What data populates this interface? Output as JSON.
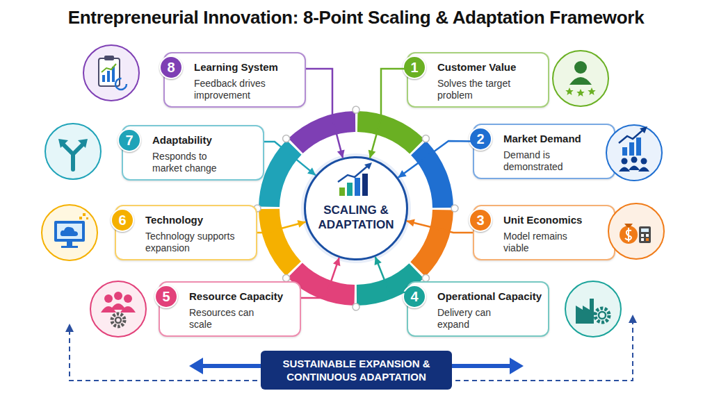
{
  "diagram": {
    "title": "Entrepreneurial Innovation: 8-Point Scaling & Adaptation Framework",
    "nodes": [
      {
        "text": [
          "Customer Value",
          "Solves the target problem"
        ]
      },
      {
        "text": [
          "1"
        ],
        "in": 0
      },
      {
        "text": [
          "Market Demand",
          "Demand is demonstrated"
        ]
      },
      {
        "text": [
          "2"
        ],
        "in": 2
      },
      {
        "text": [
          "Unit Economics",
          "Model remains viable"
        ]
      },
      {
        "text": [
          "3"
        ],
        "in": 4
      },
      {
        "text": [
          "Operational Capacity",
          "Delivery can expand"
        ]
      },
      {
        "text": [
          "4"
        ],
        "in": 6
      },
      {
        "text": [
          "Resource Capacity",
          "Resources can scale"
        ]
      },
      {
        "text": [
          "5"
        ],
        "in": 8
      },
      {
        "text": [
          "Technology",
          "Technology supports expansion"
        ]
      },
      {
        "text": [
          "6"
        ],
        "in": 10
      },
      {
        "text": [
          "Adaptability",
          "Responds to market change"
        ]
      },
      {
        "text": [
          "7"
        ],
        "in": 12
      },
      {
        "text": [
          "Learning System",
          "Feedback drives improvement"
        ]
      },
      {
        "text": [
          "8"
        ],
        "in": 14
      },
      {
        "text": [
          "SCALING & ADAPTATION"
        ]
      },
      {
        "text": [
          "SUSTAINABLE EXPANSION & CONTINUOUS ADAPTATION"
        ]
      }
    ],
    "edges": [
      {
        "from": 0,
        "to": 16,
        "arrow": "to"
      },
      {
        "from": 2,
        "to": 16,
        "arrow": "to"
      },
      {
        "from": 4,
        "to": 16,
        "arrow": "to"
      },
      {
        "from": 6,
        "to": 16,
        "arrow": "to"
      },
      {
        "from": 8,
        "to": 16,
        "arrow": "to"
      },
      {
        "from": 10,
        "to": 16,
        "arrow": "to"
      },
      {
        "from": 12,
        "to": 16,
        "arrow": "to"
      },
      {
        "from": 14,
        "to": 16,
        "arrow": "to"
      }
    ]
  }
}
